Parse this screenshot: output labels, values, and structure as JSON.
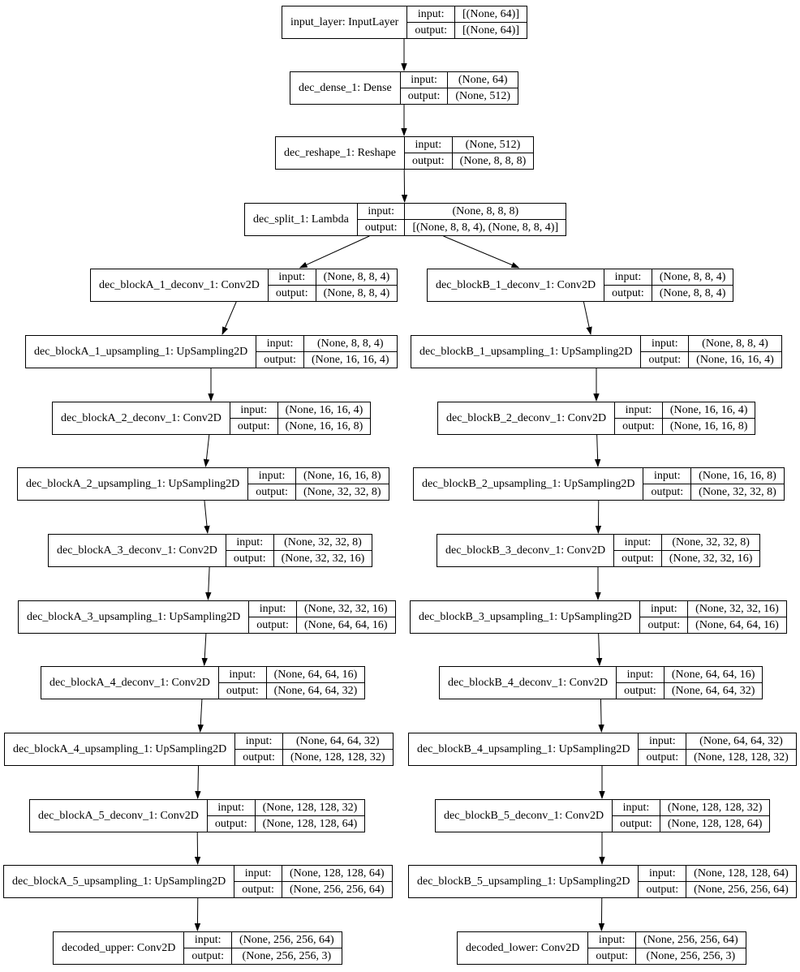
{
  "labels": {
    "input": "input:",
    "output": "output:"
  },
  "colors": {
    "background": "#ffffff",
    "node_border": "#000000",
    "node_fill": "#ffffff",
    "edge": "#000000",
    "text": "#000000"
  },
  "diagram": {
    "nodes": [
      {
        "id": "input_layer",
        "label": "input_layer: InputLayer",
        "input": "[(None, 64)]",
        "output": "[(None, 64)]"
      },
      {
        "id": "dec_dense_1",
        "label": "dec_dense_1: Dense",
        "input": "(None, 64)",
        "output": "(None, 512)"
      },
      {
        "id": "dec_reshape_1",
        "label": "dec_reshape_1: Reshape",
        "input": "(None, 512)",
        "output": "(None, 8, 8, 8)"
      },
      {
        "id": "dec_split_1",
        "label": "dec_split_1: Lambda",
        "input": "(None, 8, 8, 8)",
        "output": "[(None, 8, 8, 4), (None, 8, 8, 4)]"
      },
      {
        "id": "dec_blockA_1_deconv_1",
        "label": "dec_blockA_1_deconv_1: Conv2D",
        "input": "(None, 8, 8, 4)",
        "output": "(None, 8, 8, 4)"
      },
      {
        "id": "dec_blockB_1_deconv_1",
        "label": "dec_blockB_1_deconv_1: Conv2D",
        "input": "(None, 8, 8, 4)",
        "output": "(None, 8, 8, 4)"
      },
      {
        "id": "dec_blockA_1_upsampling_1",
        "label": "dec_blockA_1_upsampling_1: UpSampling2D",
        "input": "(None, 8, 8, 4)",
        "output": "(None, 16, 16, 4)"
      },
      {
        "id": "dec_blockB_1_upsampling_1",
        "label": "dec_blockB_1_upsampling_1: UpSampling2D",
        "input": "(None, 8, 8, 4)",
        "output": "(None, 16, 16, 4)"
      },
      {
        "id": "dec_blockA_2_deconv_1",
        "label": "dec_blockA_2_deconv_1: Conv2D",
        "input": "(None, 16, 16, 4)",
        "output": "(None, 16, 16, 8)"
      },
      {
        "id": "dec_blockB_2_deconv_1",
        "label": "dec_blockB_2_deconv_1: Conv2D",
        "input": "(None, 16, 16, 4)",
        "output": "(None, 16, 16, 8)"
      },
      {
        "id": "dec_blockA_2_upsampling_1",
        "label": "dec_blockA_2_upsampling_1: UpSampling2D",
        "input": "(None, 16, 16, 8)",
        "output": "(None, 32, 32, 8)"
      },
      {
        "id": "dec_blockB_2_upsampling_1",
        "label": "dec_blockB_2_upsampling_1: UpSampling2D",
        "input": "(None, 16, 16, 8)",
        "output": "(None, 32, 32, 8)"
      },
      {
        "id": "dec_blockA_3_deconv_1",
        "label": "dec_blockA_3_deconv_1: Conv2D",
        "input": "(None, 32, 32, 8)",
        "output": "(None, 32, 32, 16)"
      },
      {
        "id": "dec_blockB_3_deconv_1",
        "label": "dec_blockB_3_deconv_1: Conv2D",
        "input": "(None, 32, 32, 8)",
        "output": "(None, 32, 32, 16)"
      },
      {
        "id": "dec_blockA_3_upsampling_1",
        "label": "dec_blockA_3_upsampling_1: UpSampling2D",
        "input": "(None, 32, 32, 16)",
        "output": "(None, 64, 64, 16)"
      },
      {
        "id": "dec_blockB_3_upsampling_1",
        "label": "dec_blockB_3_upsampling_1: UpSampling2D",
        "input": "(None, 32, 32, 16)",
        "output": "(None, 64, 64, 16)"
      },
      {
        "id": "dec_blockA_4_deconv_1",
        "label": "dec_blockA_4_deconv_1: Conv2D",
        "input": "(None, 64, 64, 16)",
        "output": "(None, 64, 64, 32)"
      },
      {
        "id": "dec_blockB_4_deconv_1",
        "label": "dec_blockB_4_deconv_1: Conv2D",
        "input": "(None, 64, 64, 16)",
        "output": "(None, 64, 64, 32)"
      },
      {
        "id": "dec_blockA_4_upsampling_1",
        "label": "dec_blockA_4_upsampling_1: UpSampling2D",
        "input": "(None, 64, 64, 32)",
        "output": "(None, 128, 128, 32)"
      },
      {
        "id": "dec_blockB_4_upsampling_1",
        "label": "dec_blockB_4_upsampling_1: UpSampling2D",
        "input": "(None, 64, 64, 32)",
        "output": "(None, 128, 128, 32)"
      },
      {
        "id": "dec_blockA_5_deconv_1",
        "label": "dec_blockA_5_deconv_1: Conv2D",
        "input": "(None, 128, 128, 32)",
        "output": "(None, 128, 128, 64)"
      },
      {
        "id": "dec_blockB_5_deconv_1",
        "label": "dec_blockB_5_deconv_1: Conv2D",
        "input": "(None, 128, 128, 32)",
        "output": "(None, 128, 128, 64)"
      },
      {
        "id": "dec_blockA_5_upsampling_1",
        "label": "dec_blockA_5_upsampling_1: UpSampling2D",
        "input": "(None, 128, 128, 64)",
        "output": "(None, 256, 256, 64)"
      },
      {
        "id": "dec_blockB_5_upsampling_1",
        "label": "dec_blockB_5_upsampling_1: UpSampling2D",
        "input": "(None, 128, 128, 64)",
        "output": "(None, 256, 256, 64)"
      },
      {
        "id": "decoded_upper",
        "label": "decoded_upper: Conv2D",
        "input": "(None, 256, 256, 64)",
        "output": "(None, 256, 256, 3)"
      },
      {
        "id": "decoded_lower",
        "label": "decoded_lower: Conv2D",
        "input": "(None, 256, 256, 64)",
        "output": "(None, 256, 256, 3)"
      }
    ],
    "edges": [
      {
        "from": "input_layer",
        "to": "dec_dense_1"
      },
      {
        "from": "dec_dense_1",
        "to": "dec_reshape_1"
      },
      {
        "from": "dec_reshape_1",
        "to": "dec_split_1"
      },
      {
        "from": "dec_split_1",
        "to": "dec_blockA_1_deconv_1"
      },
      {
        "from": "dec_split_1",
        "to": "dec_blockB_1_deconv_1"
      },
      {
        "from": "dec_blockA_1_deconv_1",
        "to": "dec_blockA_1_upsampling_1"
      },
      {
        "from": "dec_blockB_1_deconv_1",
        "to": "dec_blockB_1_upsampling_1"
      },
      {
        "from": "dec_blockA_1_upsampling_1",
        "to": "dec_blockA_2_deconv_1"
      },
      {
        "from": "dec_blockB_1_upsampling_1",
        "to": "dec_blockB_2_deconv_1"
      },
      {
        "from": "dec_blockA_2_deconv_1",
        "to": "dec_blockA_2_upsampling_1"
      },
      {
        "from": "dec_blockB_2_deconv_1",
        "to": "dec_blockB_2_upsampling_1"
      },
      {
        "from": "dec_blockA_2_upsampling_1",
        "to": "dec_blockA_3_deconv_1"
      },
      {
        "from": "dec_blockB_2_upsampling_1",
        "to": "dec_blockB_3_deconv_1"
      },
      {
        "from": "dec_blockA_3_deconv_1",
        "to": "dec_blockA_3_upsampling_1"
      },
      {
        "from": "dec_blockB_3_deconv_1",
        "to": "dec_blockB_3_upsampling_1"
      },
      {
        "from": "dec_blockA_3_upsampling_1",
        "to": "dec_blockA_4_deconv_1"
      },
      {
        "from": "dec_blockB_3_upsampling_1",
        "to": "dec_blockB_4_deconv_1"
      },
      {
        "from": "dec_blockA_4_deconv_1",
        "to": "dec_blockA_4_upsampling_1"
      },
      {
        "from": "dec_blockB_4_deconv_1",
        "to": "dec_blockB_4_upsampling_1"
      },
      {
        "from": "dec_blockA_4_upsampling_1",
        "to": "dec_blockA_5_deconv_1"
      },
      {
        "from": "dec_blockB_4_upsampling_1",
        "to": "dec_blockB_5_deconv_1"
      },
      {
        "from": "dec_blockA_5_deconv_1",
        "to": "dec_blockA_5_upsampling_1"
      },
      {
        "from": "dec_blockB_5_deconv_1",
        "to": "dec_blockB_5_upsampling_1"
      },
      {
        "from": "dec_blockA_5_upsampling_1",
        "to": "decoded_upper"
      },
      {
        "from": "dec_blockB_5_upsampling_1",
        "to": "decoded_lower"
      }
    ]
  }
}
